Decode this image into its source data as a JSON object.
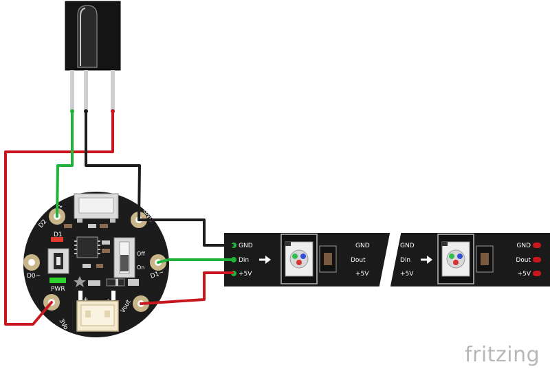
{
  "board": {
    "pads": {
      "d2": "D2",
      "gnd": "GND",
      "d0": "D0~",
      "d1": "D1~",
      "v3": "3Vo",
      "vout": "Vout",
      "top": "1"
    },
    "silk": {
      "d1": "D1",
      "pwr": "PWR",
      "plus": "+",
      "minus": "-",
      "off": "Off",
      "on": "On"
    }
  },
  "strip": {
    "segment1": {
      "in_gnd": "GND",
      "in_din": "Din",
      "in_5v": "+5V",
      "out_gnd": "GND",
      "out_dout": "Dout",
      "out_5v": "+5V"
    },
    "segment2": {
      "in_gnd": "GND",
      "in_din": "Din",
      "in_5v": "+5V",
      "out_gnd": "GND",
      "out_dout": "Dout",
      "out_5v": "+5V"
    }
  },
  "colors": {
    "wire_red": "#c8171e",
    "wire_green": "#1fb33a",
    "wire_black": "#1c1c1c",
    "pcb": "#1c1c1c",
    "pad_copper": "#c9b58a",
    "strip": "#1a1a1a"
  },
  "watermark": "fritzing"
}
